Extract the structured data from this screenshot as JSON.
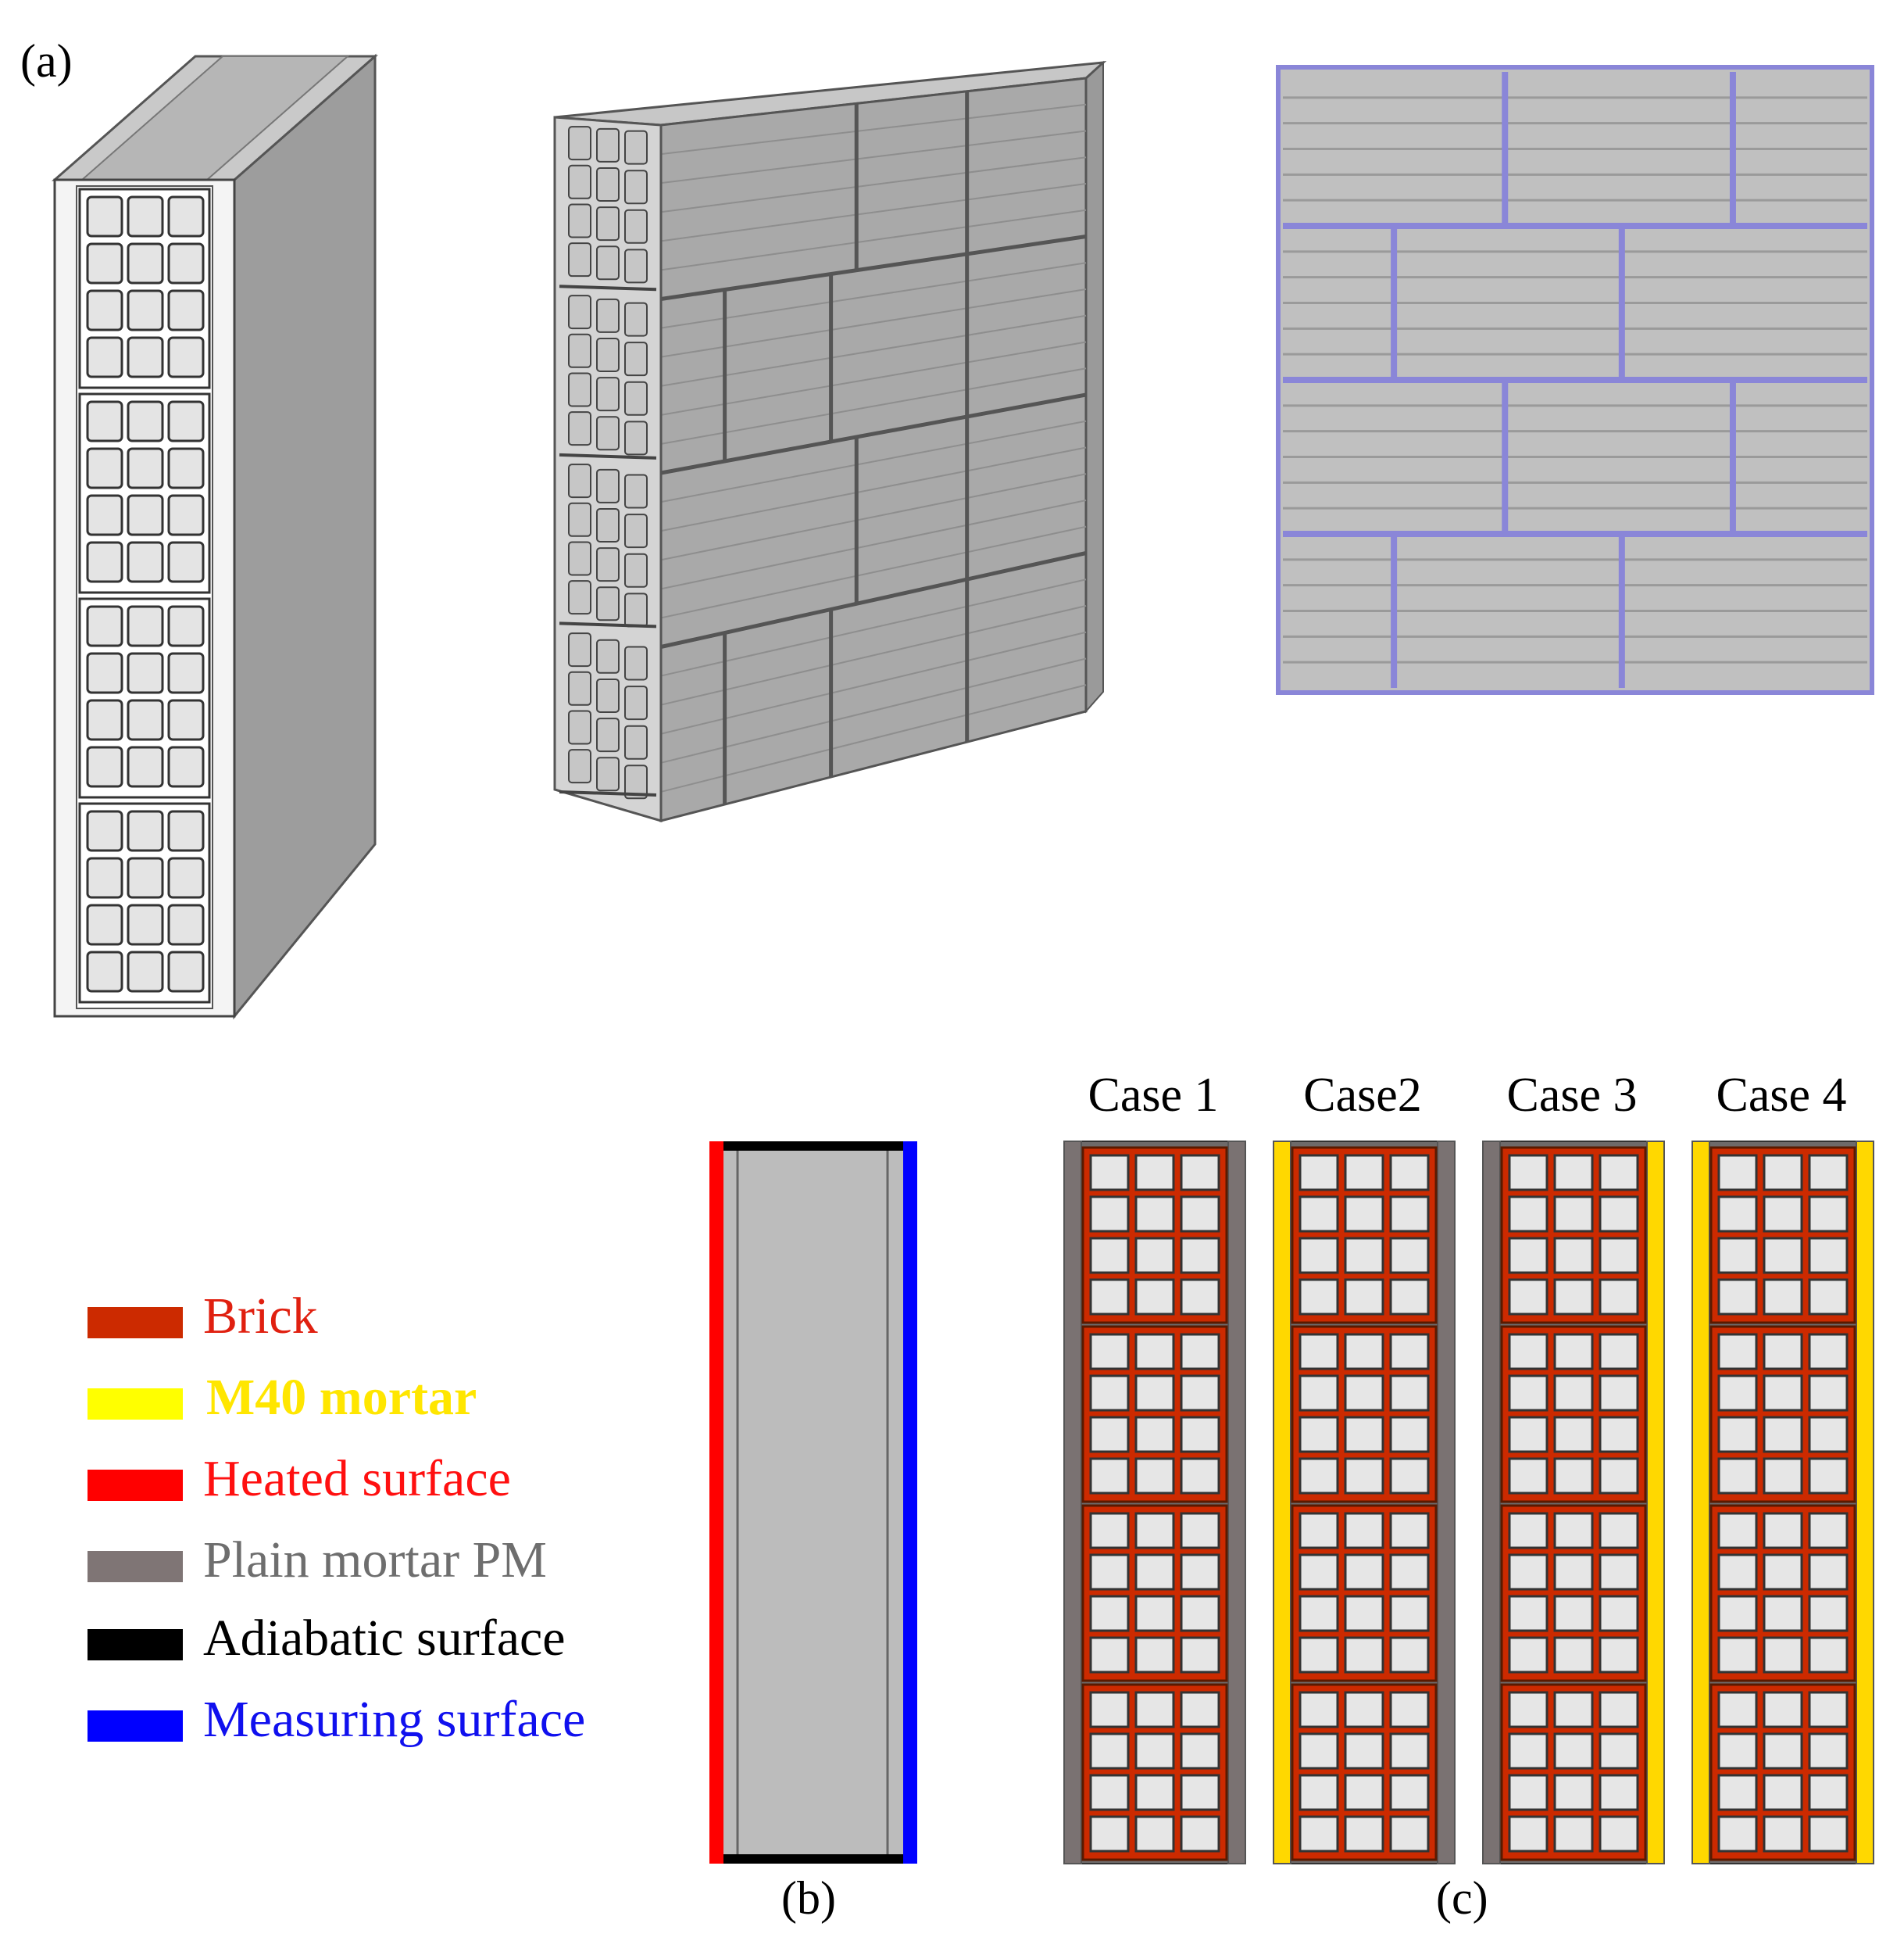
{
  "panels": {
    "a": "(a)",
    "b": "(b)",
    "c": "(c)"
  },
  "legend": [
    {
      "label": "Brick",
      "swatch": "#cc2a00",
      "text_color": "#e02010"
    },
    {
      "label": "M40 mortar",
      "swatch": "#ffff00",
      "text_color": "#ffe600"
    },
    {
      "label": "Heated surface",
      "swatch": "#ff0000",
      "text_color": "#ff1010"
    },
    {
      "label": "Plain mortar PM",
      "swatch": "#7f7575",
      "text_color": "#6e6e6e"
    },
    {
      "label": "Adiabatic surface",
      "swatch": "#000000",
      "text_color": "#000000"
    },
    {
      "label": "Measuring surface",
      "swatch": "#0000ff",
      "text_color": "#1010ee"
    }
  ],
  "cases": [
    {
      "label": "Case 1",
      "left": "plain",
      "right": "plain"
    },
    {
      "label": "Case2",
      "left": "m40",
      "right": "plain"
    },
    {
      "label": "Case 3",
      "left": "plain",
      "right": "m40"
    },
    {
      "label": "Case 4",
      "left": "m40",
      "right": "m40"
    }
  ],
  "colors": {
    "brick": "#cc2a00",
    "m40": "#ffd800",
    "plain": "#7a7272",
    "heated": "#ff0000",
    "adiabatic": "#000000",
    "measuring": "#0000ff",
    "cell": "#e6e6e6",
    "mortar_outline": "#8a86d8"
  }
}
